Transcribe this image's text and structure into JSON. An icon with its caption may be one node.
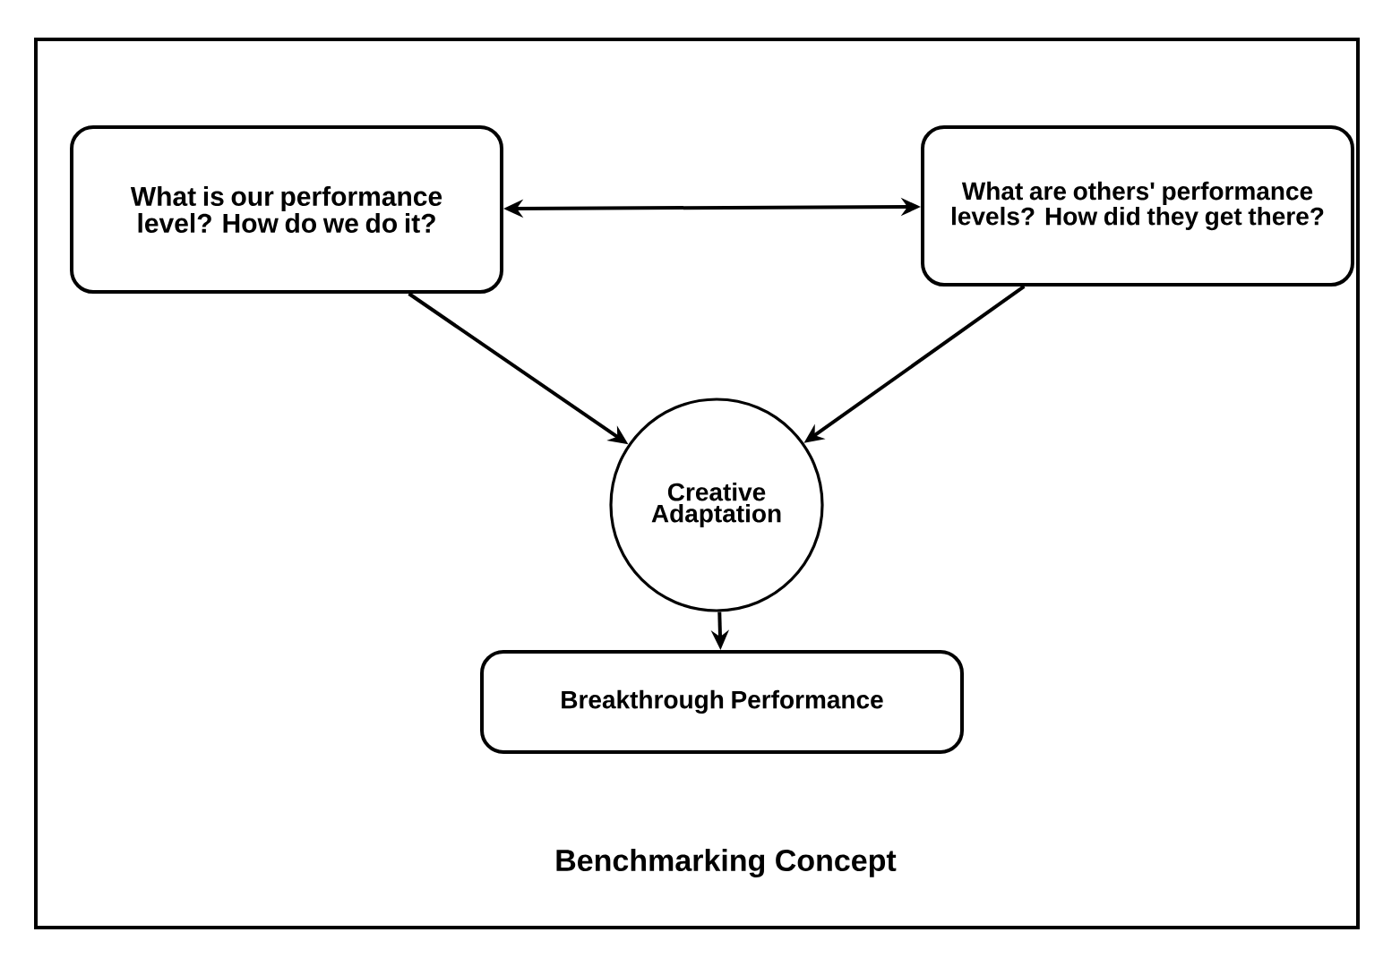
{
  "diagram": {
    "caption": "Benchmarking Concept",
    "nodes": [
      {
        "text": [
          "What is our performance level? How do we do it?"
        ]
      },
      {
        "text": [
          "What are others' performance levels? How did they get there?"
        ]
      },
      {
        "text": [
          "Creative Adaptation"
        ]
      },
      {
        "text": [
          "Breakthrough Performance"
        ]
      }
    ],
    "edges": [
      {
        "from": 0,
        "to": 1,
        "arrow": "both"
      },
      {
        "from": 0,
        "to": 2,
        "arrow": "to"
      },
      {
        "from": 1,
        "to": 2,
        "arrow": "to"
      },
      {
        "from": 2,
        "to": 3,
        "arrow": "to"
      }
    ]
  }
}
